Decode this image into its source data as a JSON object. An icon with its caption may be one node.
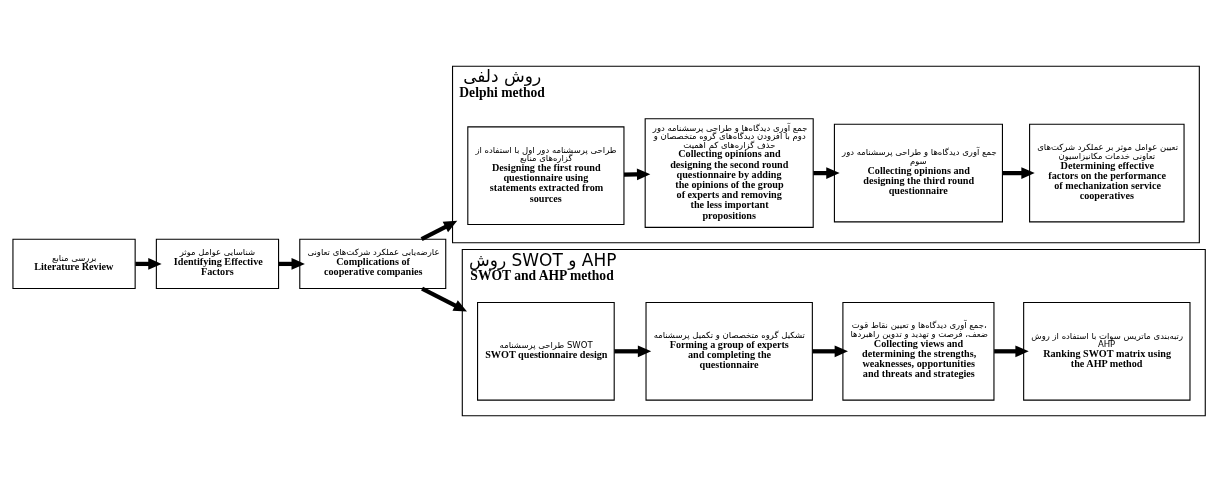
{
  "diagram": {
    "nodes": [
      {
        "text": [
          "بررسی منابع",
          "Literature Review"
        ]
      },
      {
        "text": [
          "شناسایی عوامل موثر",
          "Identifying Effective Factors"
        ]
      },
      {
        "text": [
          "عارضه‌یابی عملکرد شرکت‌های تعاونی",
          "Complications of cooperative companies"
        ]
      },
      {
        "text": [
          "روش دلفی",
          "Delphi method"
        ]
      },
      {
        "text": [
          "طراحی پرسشنامه دور اول با استفاده از گزاره‌های منابع",
          "Designing the first round questionnaire using statements extracted from sources"
        ],
        "in": 3
      },
      {
        "text": [
          "جمع آوری دیدگاه‌ها و طراحی پرسشنامه دور دوم با افزودن دیدگاه‌های گروه متخصصان و حذف گزاره‌های کم اهمیت",
          "Collecting opinions and designing the second round questionnaire by adding the opinions of the group of experts and removing the less important propositions"
        ],
        "in": 3
      },
      {
        "text": [
          "جمع آوری دیدگاه‌ها و طراحی پرسشنامه دور سوم",
          "Collecting opinions and designing the third round questionnaire"
        ],
        "in": 3
      },
      {
        "text": [
          "تعیین عوامل موثر بر عملکرد شرکت‌های تعاونی خدمات مکانیزاسیون",
          "Determining effective factors on the performance of mechanization service cooperatives"
        ],
        "in": 3
      },
      {
        "text": [
          "روش SWOT و AHP",
          "SWOT and AHP method"
        ]
      },
      {
        "text": [
          "طراحی پرسشنامه SWOT",
          "SWOT questionnaire design"
        ],
        "in": 8
      },
      {
        "text": [
          "تشکیل گروه متخصصان و تکمیل پرسشنامه",
          "Forming a group of experts and completing the questionnaire"
        ],
        "in": 8
      },
      {
        "text": [
          "جمع آوری دیدگاه‌ها و تعیین نقاط قوت، ضعف، فرصت و تهدید و تدوین راهبردها",
          "Collecting views and determining the strengths, weaknesses, opportunities and threats and strategies"
        ],
        "in": 8
      },
      {
        "text": [
          "رتبه‌بندی ماتریس سوات با استفاده از روش AHP",
          "Ranking SWOT matrix using the AHP method"
        ],
        "in": 8
      }
    ],
    "edges": [
      {
        "from": 0,
        "to": 1,
        "arrow": "to"
      },
      {
        "from": 1,
        "to": 2,
        "arrow": "to"
      },
      {
        "from": 2,
        "to": 3,
        "arrow": "to"
      },
      {
        "from": 2,
        "to": 8,
        "arrow": "to"
      },
      {
        "from": 4,
        "to": 5,
        "arrow": "to"
      },
      {
        "from": 5,
        "to": 6,
        "arrow": "to"
      },
      {
        "from": 6,
        "to": 7,
        "arrow": "to"
      },
      {
        "from": 9,
        "to": 10,
        "arrow": "to"
      },
      {
        "from": 10,
        "to": 11,
        "arrow": "to"
      },
      {
        "from": 11,
        "to": 12,
        "arrow": "to"
      }
    ]
  }
}
